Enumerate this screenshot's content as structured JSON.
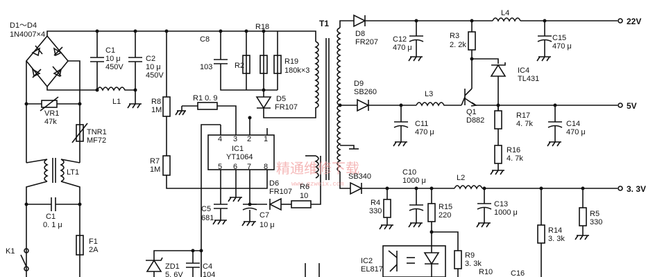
{
  "labels": {
    "d1d4": "D1～D4",
    "d1d4_part": "1N4007×4",
    "c1a": "C1",
    "c1a_v": "10 μ",
    "c1a_v2": "450V",
    "c2": "C2",
    "c2_v": "10 μ",
    "c2_v2": "450V",
    "l1": "L1",
    "vr1": "VR1",
    "vr1_v": "47k",
    "tnr1": "TNR1",
    "tnr1_v": "MF72",
    "lt1": "LT1",
    "c1b": "C1",
    "c1b_v": "0. 1 μ",
    "f1": "F1",
    "f1_v": "2A",
    "k1": "K1",
    "zd1": "ZD1",
    "zd1_v": "5. 6V",
    "c4": "C4",
    "c4_v": "104",
    "c8": "C8",
    "c8_v": "103",
    "r18": "R18",
    "r2": "R2",
    "r19": "R19",
    "r19_v": "180k×3",
    "d5": "D5",
    "d5_v": "FR107",
    "r8": "R8",
    "r8_v": "1M",
    "r1": "R1 0. 9",
    "r7": "R7",
    "r7_v": "1M",
    "ic1": "IC1",
    "ic1_v": "YT1064",
    "pin4": "4",
    "pin3": "3",
    "pin2": "2",
    "pin1": "1",
    "pin5": "5",
    "pin6": "6",
    "pin7": "7",
    "pin8": "8",
    "c5": "C5",
    "c5_v": "681",
    "c7": "C7",
    "c7_v": "10 μ",
    "d6": "D6",
    "d6_v": "FR107",
    "r6": "R6",
    "r6_v": "10",
    "t1": "T1",
    "d8": "D8",
    "d8_v": "FR207",
    "c12": "C12",
    "c12_v": "470 μ",
    "r3": "R3",
    "r3_v": "2. 2k",
    "l4": "L4",
    "c15": "C15",
    "c15_v": "470 μ",
    "out22": "22V",
    "ic4": "IC4",
    "ic4_v": "TL431",
    "d9": "D9",
    "d9_v": "SB260",
    "l3": "L3",
    "q1": "Q1",
    "q1_v": "D882",
    "out5": "5V",
    "c11": "C11",
    "c11_v": "470 μ",
    "r17": "R17",
    "r17_v": "4. 7k",
    "c14": "C14",
    "c14_v": "470 μ",
    "r16": "R16",
    "r16_v": "4. 7k",
    "sb340": "SB340",
    "c10": "C10",
    "c10_v": "1000 μ",
    "l2": "L2",
    "out33": "3. 3V",
    "r4": "R4",
    "r4_v": "330",
    "r15": "R15",
    "r15_v": "220",
    "c13": "C13",
    "c13_v": "1000 μ",
    "r5": "R5",
    "r5_v": "330",
    "r14": "R14",
    "r14_v": "3. 3k",
    "ic2": "IC2",
    "ic2_v": "EL817",
    "r9": "R9",
    "r9_v": "3. 3k",
    "r10": "R10",
    "c16": "C16"
  },
  "watermark": {
    "text": "精通维修下载",
    "url": "www.gzweix.com"
  }
}
